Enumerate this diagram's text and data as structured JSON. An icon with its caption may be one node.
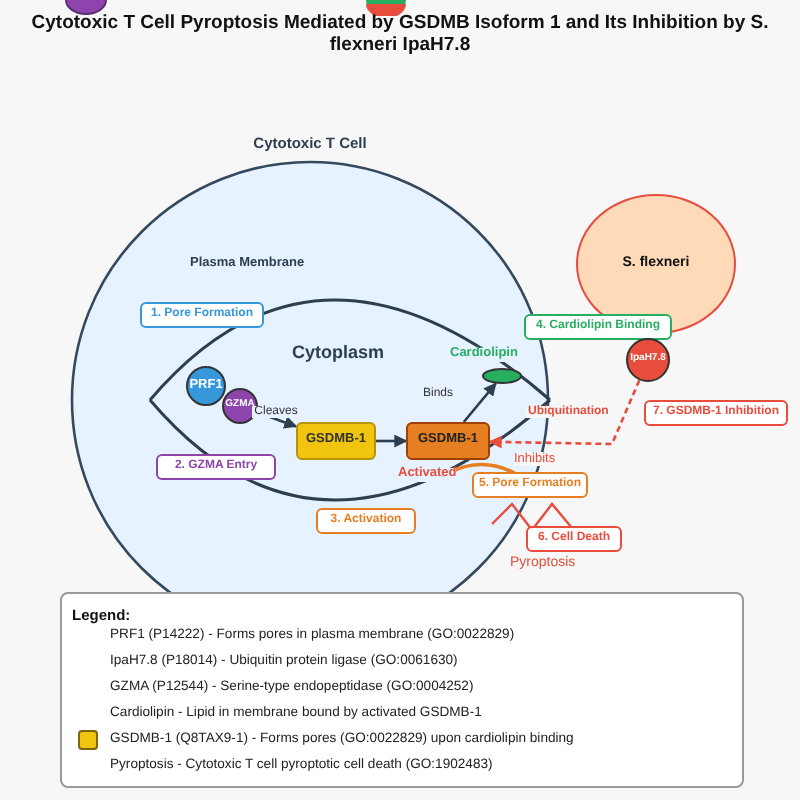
{
  "diagram": {
    "title": "Cytotoxic T Cell Pyroptosis Mediated by GSDMB Isoform 1 and Its Inhibition by S. flexneri IpaH7.8",
    "nodes": [
      {
        "text": [
          "Cytotoxic T Cell"
        ]
      },
      {
        "text": [
          "1. Pore Formation"
        ],
        "in": 0
      },
      {
        "text": [
          "PRF1"
        ],
        "in": 0
      },
      {
        "text": [
          "GZMA"
        ],
        "in": 0
      },
      {
        "text": [
          "GSDMB-1"
        ],
        "in": 0
      },
      {
        "text": [
          "2. GZMA Entry"
        ],
        "in": 0
      },
      {
        "text": [
          "GSDMB-1"
        ],
        "in": 0,
        "beside": [
          "Activated"
        ]
      },
      {
        "text": [
          "Cardiolipin"
        ],
        "in": 0
      },
      {
        "text": [
          "3. Activation"
        ],
        "in": 0
      },
      {
        "text": [
          "S. flexneri"
        ]
      },
      {
        "text": [
          "4. Cardiolipin Binding"
        ]
      },
      {
        "text": [
          "IpaH7.8"
        ]
      },
      {
        "text": [
          "7. GSDMB-1 Inhibition"
        ]
      },
      {
        "text": [
          "5. Pore Formation"
        ]
      },
      {
        "text": [
          "6. Cell Death"
        ]
      }
    ],
    "edges": [
      {
        "from": 3,
        "to": 4,
        "arrow": "to",
        "label": "Cleaves"
      },
      {
        "from": 4,
        "to": 6,
        "arrow": "to"
      },
      {
        "from": 6,
        "to": 7,
        "arrow": "to",
        "label": "Binds"
      },
      {
        "from": 11,
        "to": 6,
        "arrow": "to",
        "label": "Ubiquitination",
        "style": "dashed",
        "color": "#e74c3c"
      }
    ],
    "labels": [
      "Plasma Membrane",
      "Cytoplasm",
      "Inhibits",
      "Pyroptosis",
      "Legend:"
    ],
    "legend": [
      {
        "text": "PRF1 (P14222) - Forms pores in plasma membrane (GO:0022829)"
      },
      {
        "text": "IpaH7.8 (P18014) - Ubiquitin protein ligase (GO:0061630)"
      },
      {
        "text": "GZMA (P12544) - Serine-type endopeptidase (GO:0004252)"
      },
      {
        "text": "Cardiolipin - Lipid in membrane bound by activated GSDMB-1"
      },
      {
        "text": "GSDMB-1 (Q8TAX9-1) - Forms pores (GO:0022829) upon cardiolipin binding",
        "color": "#f1c40f"
      },
      {
        "text": "Pyroptosis - Cytotoxic T cell pyroptotic cell death (GO:1902483)"
      }
    ]
  }
}
